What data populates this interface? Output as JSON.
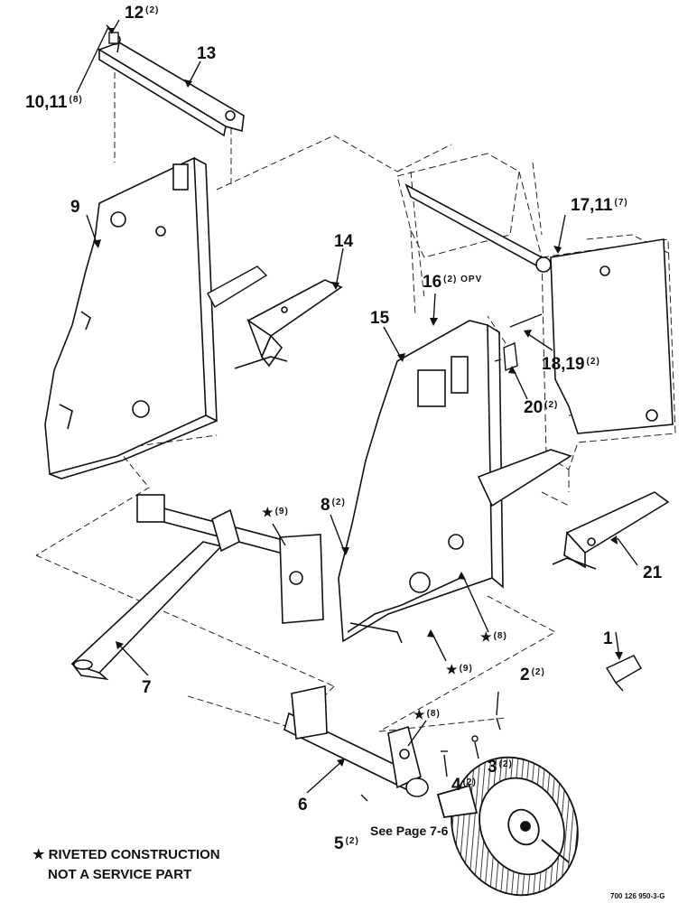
{
  "callouts": {
    "c1": {
      "num": "1",
      "qty": ""
    },
    "c2": {
      "num": "2",
      "qty": "(2)"
    },
    "c3": {
      "num": "3",
      "qty": "(2)"
    },
    "c4": {
      "num": "4",
      "qty": "(2)"
    },
    "c5": {
      "num": "5",
      "qty": "(2)"
    },
    "c6": {
      "num": "6",
      "qty": ""
    },
    "c7": {
      "num": "7",
      "qty": ""
    },
    "c8": {
      "num": "8",
      "qty": "(2)"
    },
    "c9": {
      "num": "9",
      "qty": ""
    },
    "c10": {
      "num": "10,11",
      "qty": "(8)"
    },
    "c12": {
      "num": "12",
      "qty": "(2)"
    },
    "c13": {
      "num": "13",
      "qty": ""
    },
    "c14": {
      "num": "14",
      "qty": ""
    },
    "c15": {
      "num": "15",
      "qty": ""
    },
    "c16": {
      "num": "16",
      "qty": "(2) OPV"
    },
    "c17": {
      "num": "17,11",
      "qty": "(7)"
    },
    "c18": {
      "num": "18,19",
      "qty": "(2)"
    },
    "c20": {
      "num": "20",
      "qty": "(2)"
    },
    "c21": {
      "num": "21",
      "qty": ""
    }
  },
  "riveted": {
    "a": {
      "star": "★",
      "qty": "(9)"
    },
    "b": {
      "star": "★",
      "qty": "(8)"
    },
    "c": {
      "star": "★",
      "qty": "(9)"
    },
    "d": {
      "star": "★",
      "qty": "(8)"
    }
  },
  "see_page": "See Page 7-6",
  "note": {
    "line1": "★ RIVETED CONSTRUCTION",
    "line2": "NOT A SERVICE PART"
  },
  "drawing_code": "700 126 950-3-G",
  "colors": {
    "ink": "#111111",
    "paper": "#ffffff"
  }
}
